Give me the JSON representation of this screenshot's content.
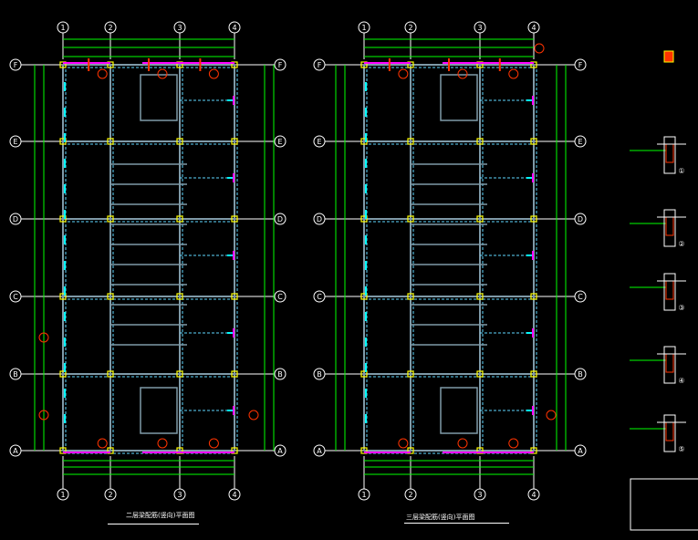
{
  "colors": {
    "background": "#000000",
    "beam": "#7f9aa8",
    "beam_dash": "#5fd7ff",
    "column": "#ffff00",
    "dimension": "#00ff00",
    "axis": "#ffffff",
    "callout": "#ff3300",
    "rebar": "#ff00ff",
    "cyan": "#00ffff"
  },
  "plans": [
    {
      "title": "二层梁配筋(竖向)平面图",
      "column_labels": [
        "1",
        "2",
        "3",
        "4"
      ],
      "row_labels": [
        "F",
        "E",
        "D",
        "C",
        "B",
        "A"
      ]
    },
    {
      "title": "三层梁配筋(竖向)平面图",
      "column_labels": [
        "1",
        "2",
        "3",
        "4"
      ],
      "row_labels": [
        "F",
        "E",
        "D",
        "C",
        "B",
        "A"
      ]
    }
  ],
  "details": {
    "section_marks": [
      "①",
      "②",
      "③",
      "④",
      "⑤"
    ]
  }
}
